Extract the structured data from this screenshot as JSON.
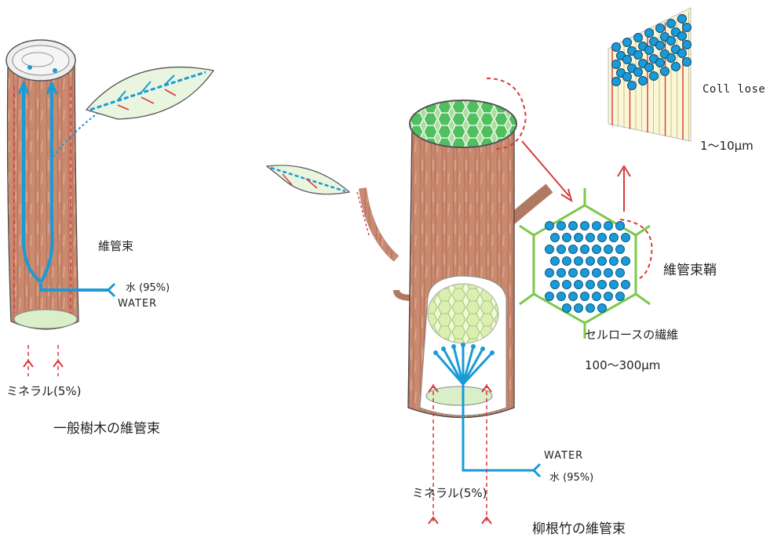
{
  "left_diagram": {
    "title": "一般樹木の維管束",
    "label_vascular": "維管束",
    "label_water_jp": "水 (95%)",
    "label_water_en": "WATER",
    "label_mineral": "ミネラル(5%)"
  },
  "right_diagram": {
    "title": "柳根竹の維管束",
    "label_cellulose_en": "Coll lose",
    "label_micro_size": "1〜10μm",
    "label_sheath": "維管束鞘",
    "label_fiber": "セルロースの繊維",
    "label_fiber_size": "100〜300μm",
    "label_water_en": "WATER",
    "label_water_jp": "水 (95%)",
    "label_mineral": "ミネラル(5%)"
  },
  "colors": {
    "water": "#1a9ad6",
    "mineral": "#d83a3a",
    "bark": "#c9826a",
    "leaf": "#dff0d0",
    "cell_green": "#5cc46a",
    "hex_border": "#7cc84a"
  }
}
